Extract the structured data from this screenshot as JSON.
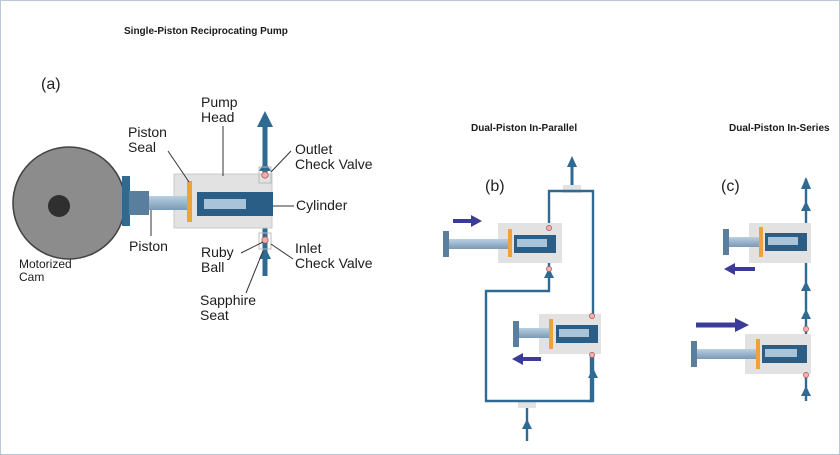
{
  "titles": {
    "single": "Single-Piston Reciprocating Pump",
    "parallel": "Dual-Piston In-Parallel",
    "series": "Dual-Piston In-Series"
  },
  "panels": {
    "a": "(a)",
    "b": "(b)",
    "c": "(c)"
  },
  "labels": {
    "pump_head": [
      "Pump",
      "Head"
    ],
    "piston_seal": [
      "Piston",
      "Seal"
    ],
    "outlet_check_valve": [
      "Outlet",
      "Check Valve"
    ],
    "cylinder": "Cylinder",
    "piston": "Piston",
    "ruby_ball": [
      "Ruby",
      "Ball"
    ],
    "inlet_check_valve": [
      "Inlet",
      "Check Valve"
    ],
    "sapphire_seat": [
      "Sapphire",
      "Seat"
    ],
    "motorized_cam": [
      "Motorized",
      "Cam"
    ]
  },
  "colors": {
    "flow_line": "#2f6a92",
    "direction_arrow": "#3b3b9a",
    "pump_body": "#e3e3e3",
    "cylinder": "#2a5e86",
    "seal": "#f0a23a",
    "cam": "#8a8a8a",
    "border": "#b9c6d6"
  }
}
